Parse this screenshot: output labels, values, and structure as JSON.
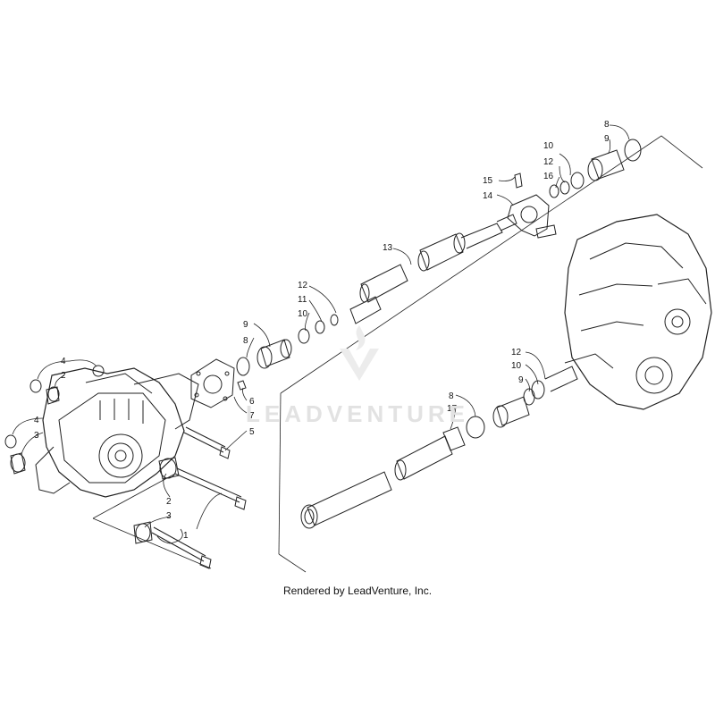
{
  "callouts": [
    {
      "id": "c1",
      "text": "1"
    },
    {
      "id": "c2a",
      "text": "2"
    },
    {
      "id": "c2b",
      "text": "2"
    },
    {
      "id": "c3a",
      "text": "3"
    },
    {
      "id": "c3b",
      "text": "3"
    },
    {
      "id": "c4a",
      "text": "4"
    },
    {
      "id": "c4b",
      "text": "4"
    },
    {
      "id": "c5",
      "text": "5"
    },
    {
      "id": "c6",
      "text": "6"
    },
    {
      "id": "c7",
      "text": "7"
    },
    {
      "id": "c8a",
      "text": "8"
    },
    {
      "id": "c8b",
      "text": "8"
    },
    {
      "id": "c8c",
      "text": "8"
    },
    {
      "id": "c9a",
      "text": "9"
    },
    {
      "id": "c9b",
      "text": "9"
    },
    {
      "id": "c9c",
      "text": "9"
    },
    {
      "id": "c10a",
      "text": "10"
    },
    {
      "id": "c10b",
      "text": "10"
    },
    {
      "id": "c10c",
      "text": "10"
    },
    {
      "id": "c11",
      "text": "11"
    },
    {
      "id": "c12a",
      "text": "12"
    },
    {
      "id": "c12b",
      "text": "12"
    },
    {
      "id": "c12c",
      "text": "12"
    },
    {
      "id": "c13",
      "text": "13"
    },
    {
      "id": "c14",
      "text": "14"
    },
    {
      "id": "c15",
      "text": "15"
    },
    {
      "id": "c16",
      "text": "16"
    },
    {
      "id": "c17",
      "text": "17"
    }
  ],
  "credit": "Rendered by LeadVenture, Inc.",
  "watermark": "LEADVENTURE"
}
